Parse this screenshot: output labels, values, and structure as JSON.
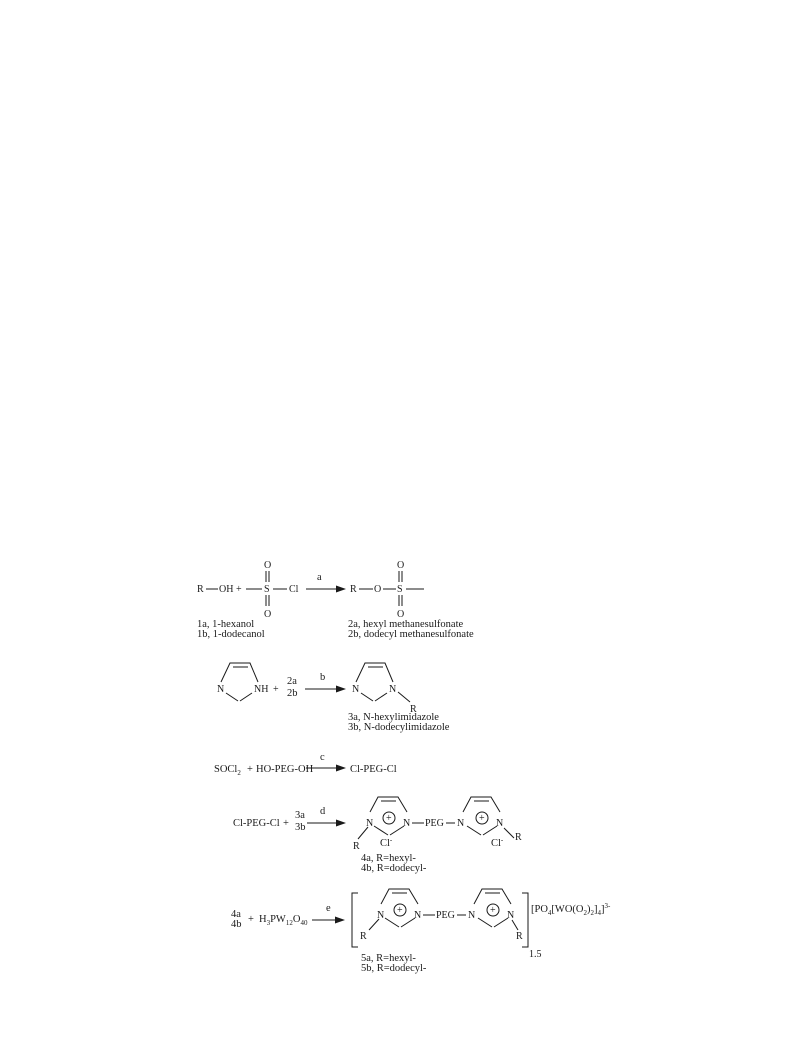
{
  "scheme": {
    "step_a": {
      "reactant_atoms": {
        "r": "R",
        "oh": "OH",
        "s": "S",
        "cl": "Cl",
        "o_top": "O",
        "o_bottom": "O"
      },
      "plus": "+",
      "arrow_label": "a",
      "product_atoms": {
        "r": "R",
        "o": "O",
        "s": "S",
        "o_top": "O",
        "o_bottom": "O"
      },
      "reactant_names": [
        "1a, 1-hexanol",
        "1b, 1-dodecanol"
      ],
      "product_names": [
        "2a, hexyl methanesulfonate",
        "2b, dodecyl methanesulfonate"
      ]
    },
    "step_b": {
      "reactant_atoms": {
        "n": "N",
        "nh": "NH"
      },
      "plus": "+",
      "reagents": [
        "2a",
        "2b"
      ],
      "arrow_label": "b",
      "product_atoms": {
        "n1": "N",
        "n2": "N",
        "r": "R"
      },
      "product_names": [
        "3a, N-hexylimidazole",
        "3b, N-dodecylimidazole"
      ]
    },
    "step_c": {
      "reactant_1": "SOCl",
      "reactant_1_sub": "2",
      "plus": "+",
      "reactant_2": "HO-PEG-OH",
      "arrow_label": "c",
      "product": "Cl-PEG-Cl"
    },
    "step_d": {
      "reactant": "Cl-PEG-Cl",
      "plus": "+",
      "reagents": [
        "3a",
        "3b"
      ],
      "arrow_label": "d",
      "product_atoms": {
        "n": "N",
        "peg": "PEG",
        "r": "R",
        "plus_charge": "+",
        "counterion": "Cl",
        "counterion_charge": "-"
      },
      "product_names": [
        "4a, R=hexyl-",
        "4b, R=dodecyl-"
      ]
    },
    "step_e": {
      "reactants": [
        "4a",
        "4b"
      ],
      "plus": "+",
      "acid": {
        "h": "H",
        "h_sub": "3",
        "pw": "PW",
        "pw_sub": "12",
        "o": "O",
        "o_sub": "40"
      },
      "arrow_label": "e",
      "product_atoms": {
        "n": "N",
        "peg": "PEG",
        "r": "R",
        "plus_charge": "+"
      },
      "subscript": "1.5",
      "anion": {
        "open": "[PO",
        "sub4a": "4",
        "mid": "[WO(O",
        "sub2": "2",
        "close1": ")",
        "sub2b": "2",
        "close2": "]",
        "sub4b": "4",
        "close3": "]",
        "charge": "3-"
      },
      "product_names": [
        "5a, R=hexyl-",
        "5b, R=dodecyl-"
      ]
    }
  }
}
